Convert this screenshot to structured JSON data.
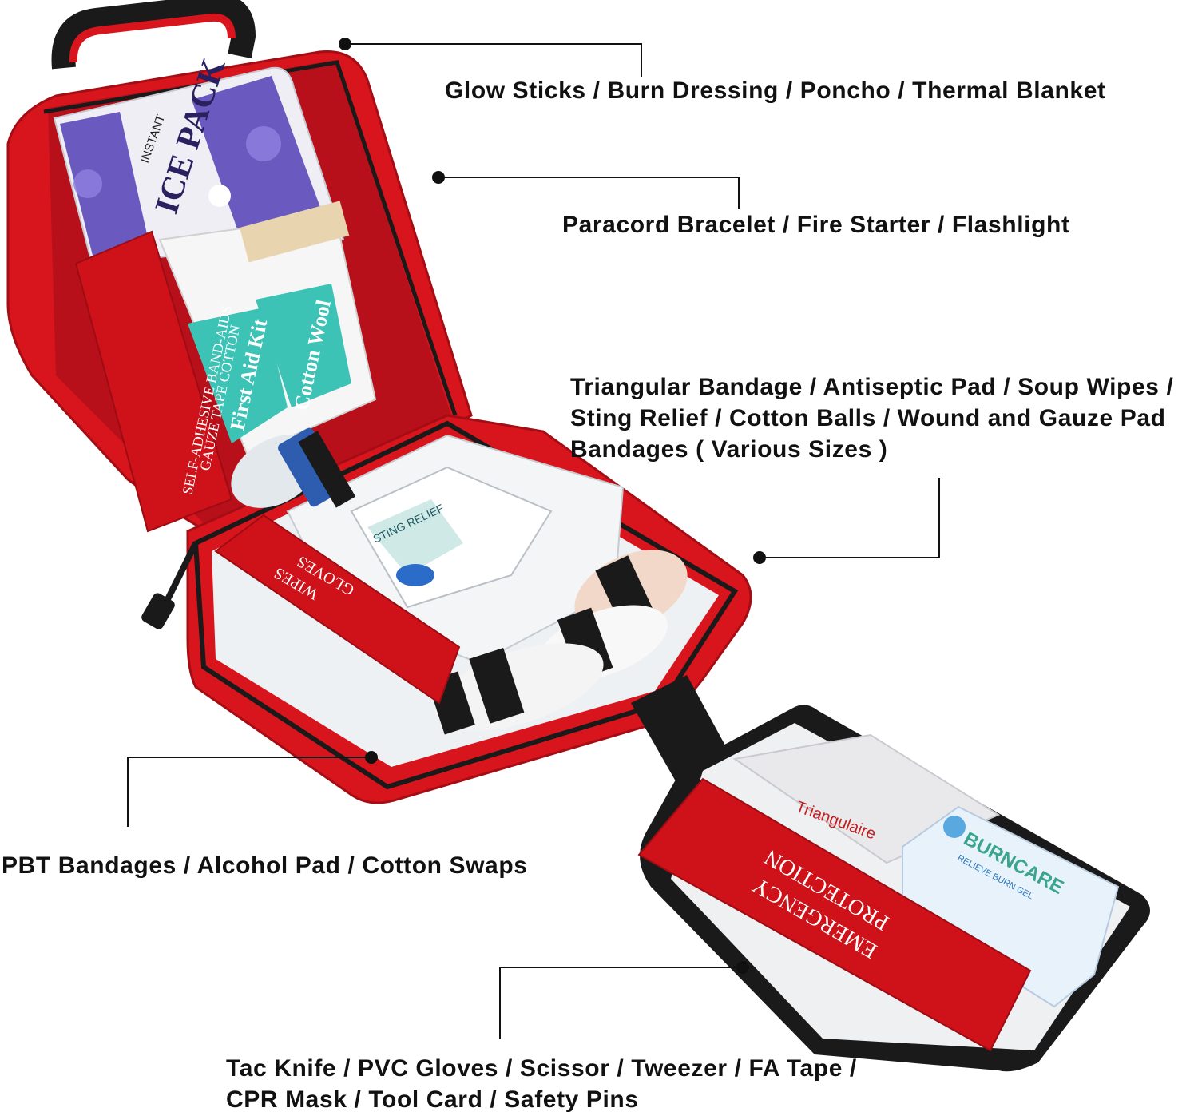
{
  "callouts": [
    {
      "lines": [
        "Glow Sticks / Burn Dressing / Poncho / Thermal Blanket"
      ]
    },
    {
      "lines": [
        "Paracord Bracelet / Fire Starter / Flashlight"
      ]
    },
    {
      "lines": [
        "Triangular Bandage / Antiseptic Pad / Soup Wipes /",
        "Sting Relief / Cotton Balls / Wound and Gauze Pad",
        "Bandages ( Various Sizes )"
      ]
    },
    {
      "lines": [
        "PBT Bandages / Alcohol Pad / Cotton Swaps"
      ]
    },
    {
      "lines": [
        "Tac Knife / PVC Gloves / Scissor / Tweezer / FA Tape /",
        "CPR Mask / Tool Card / Safety Pins"
      ]
    }
  ],
  "product_print": {
    "ice_pack_small": "INSTANT",
    "ice_pack_big": "ICE PACK",
    "lid_strap_1": "SELF-ADHESIVE BAND-AIDS",
    "lid_strap_2": "GAUZE TAPE COTTON",
    "first_aid_kit": "First Aid Kit",
    "cotton_wool": "Cotton Wool",
    "sting_relief": "STING RELIEF",
    "body_strap_1": "WIPES",
    "body_strap_2": "GLOVES",
    "flap_strap_1": "EMERGENCY",
    "flap_strap_2": "PROTECTION",
    "burncare": "BURNCARE",
    "burncare_sub": "RELIEVE BURN GEL",
    "triangular": "Triangulaire"
  },
  "colors": {
    "bag_red": "#d8141c",
    "bag_dark_red": "#a50d14",
    "zipper_black": "#1a1a1a",
    "ice_pack_blue": "#5b4bb3",
    "teal_label": "#3cc3b6",
    "text": "#111111"
  }
}
